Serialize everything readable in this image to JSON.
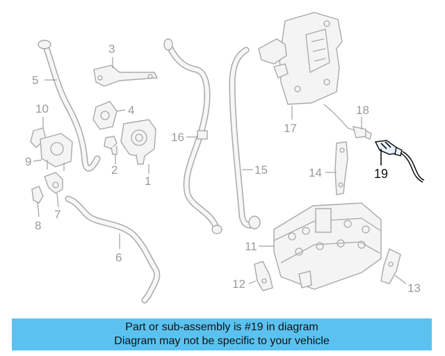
{
  "callouts": {
    "c1": "1",
    "c2": "2",
    "c3": "3",
    "c4": "4",
    "c5": "5",
    "c6": "6",
    "c7": "7",
    "c8": "8",
    "c9": "9",
    "c10": "10",
    "c11": "11",
    "c12": "12",
    "c13": "13",
    "c14": "14",
    "c15": "15",
    "c16": "16",
    "c17": "17",
    "c18": "18",
    "c19": "19"
  },
  "highlighted_part": "19",
  "banner": {
    "line1": "Part or sub-assembly is #19 in diagram",
    "line2": "Diagram may not be specific to your vehicle"
  },
  "colors": {
    "banner_bg": "#5bc2f0",
    "part_outline": "#a8a8a8",
    "highlight": "#111111"
  }
}
